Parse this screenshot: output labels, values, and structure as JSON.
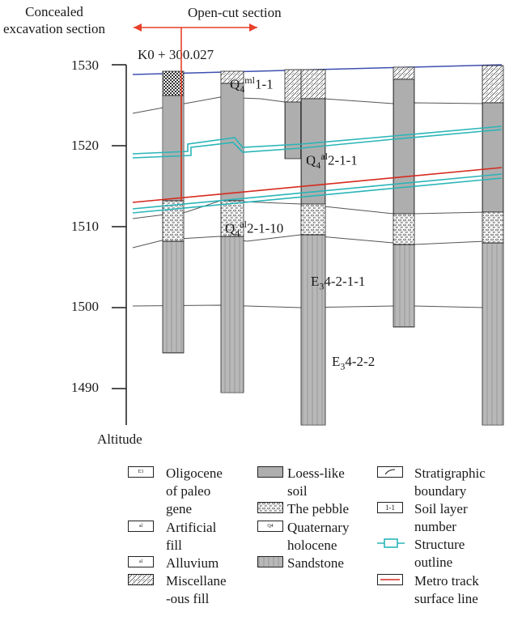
{
  "header": {
    "left_line1": "Concealed",
    "left_line2": "excavation section",
    "right": "Open-cut section"
  },
  "section_mark": "K0 + 300.027",
  "axis": {
    "title": "Altitude",
    "ticks": [
      "1530",
      "1520",
      "1510",
      "1500",
      "1490"
    ]
  },
  "layers": [
    {
      "base": "Q",
      "sub": "4",
      "sup": "ml",
      "rest": "1-1"
    },
    {
      "base": "Q",
      "sub": "4",
      "sup": "al",
      "rest": "2-1-1"
    },
    {
      "base": "Q",
      "sub": "4",
      "sup": "al",
      "rest": "2-1-10"
    },
    {
      "base": "E",
      "sub": "3",
      "sup": "",
      "rest": "4-2-1-1"
    },
    {
      "base": "E",
      "sub": "3",
      "sup": "",
      "rest": "4-2-2"
    }
  ],
  "legend": [
    {
      "symbol": "E3",
      "lines": [
        "Oligocene",
        "of paleo",
        "gene"
      ]
    },
    {
      "symbol": "al",
      "lines": [
        "Artificial",
        "fill"
      ]
    },
    {
      "symbol": "al",
      "lines": [
        "Alluvium"
      ]
    },
    {
      "symbol": "",
      "lines": [
        "Miscellane",
        "-ous fill"
      ]
    },
    {
      "symbol": "",
      "lines": [
        "Loess-like",
        "soil"
      ]
    },
    {
      "symbol": "",
      "lines": [
        "The pebble"
      ]
    },
    {
      "symbol": "Q4",
      "lines": [
        "Quaternary",
        "holocene"
      ]
    },
    {
      "symbol": "",
      "lines": [
        "Sandstone"
      ]
    },
    {
      "symbol": "",
      "lines": [
        "Stratigraphic",
        "boundary"
      ]
    },
    {
      "symbol": "1-1",
      "lines": [
        "Soil layer",
        "number"
      ]
    },
    {
      "symbol": "",
      "lines": [
        "Structure",
        "outline"
      ]
    },
    {
      "symbol": "",
      "lines": [
        "Metro track",
        "surface line"
      ]
    }
  ],
  "colors": {
    "arrow": "#e8402b",
    "metro_line": "#d62a1e",
    "structure": "#2ab5b8",
    "ground": "#3e4fb0",
    "ink": "#1a1a1a"
  }
}
